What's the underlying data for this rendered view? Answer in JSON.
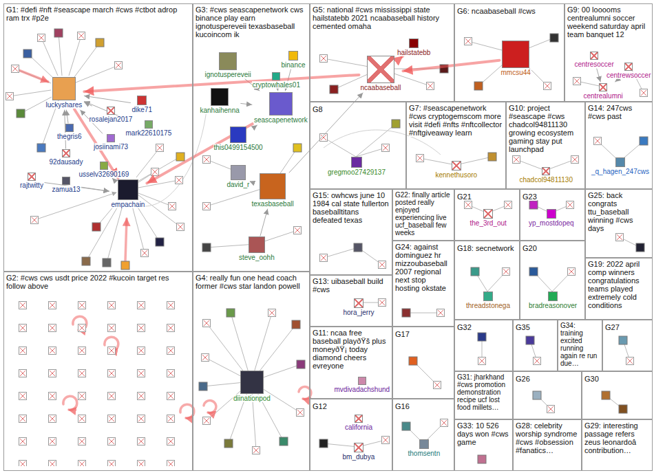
{
  "diagram": {
    "nodes": [
      {
        "text": [
          "G1: #defi #nft #seascape march #cws #ctbot adrop ram trx #p2e"
        ]
      },
      {
        "text": [
          "luckyshares"
        ],
        "in": 0
      },
      {
        "text": [
          "dike71"
        ],
        "in": 0
      },
      {
        "text": [
          "rosalejan2017"
        ],
        "in": 0
      },
      {
        "text": [
          "mark22610175"
        ],
        "in": 0
      },
      {
        "text": [
          "thegris6"
        ],
        "in": 0
      },
      {
        "text": [
          "josiinami73"
        ],
        "in": 0
      },
      {
        "text": [
          "92dausady"
        ],
        "in": 0
      },
      {
        "text": [
          "usselv32690169"
        ],
        "in": 0
      },
      {
        "text": [
          "rajtwitty"
        ],
        "in": 0
      },
      {
        "text": [
          "zamua13"
        ],
        "in": 0
      },
      {
        "text": [
          "empachain"
        ],
        "in": 0
      },
      {
        "text": [
          "G3: #cws seascapenetwork cws binance play earn ignotuspereveii texasbaseball kucoincom ik"
        ]
      },
      {
        "text": [
          "binance"
        ],
        "in": 12
      },
      {
        "text": [
          "cryptowhales01"
        ],
        "in": 12
      },
      {
        "text": [
          "ignotuspereveii"
        ],
        "in": 12
      },
      {
        "text": [
          "kanhaihenna"
        ],
        "in": 12
      },
      {
        "text": [
          "seascapenetwork"
        ],
        "in": 12
      },
      {
        "text": [
          "this0499154500"
        ],
        "in": 12
      },
      {
        "text": [
          "david_r"
        ],
        "in": 12
      },
      {
        "text": [
          "texasbaseball"
        ],
        "in": 12
      },
      {
        "text": [
          "steve_oohh"
        ],
        "in": 12
      },
      {
        "text": [
          "G5: national #cws mississippi state hailstatebb 2021 ncaabaseball history cemented omaha"
        ]
      },
      {
        "text": [
          "hailstatebb"
        ],
        "in": 22
      },
      {
        "text": [
          "ncaabaseball"
        ],
        "in": 22
      },
      {
        "text": [
          "G6: ncaabaseball #cws"
        ]
      },
      {
        "text": [
          "mmcsu44"
        ],
        "in": 25
      },
      {
        "text": [
          "G9: 00 looooms centrealumni soccer weekend saturday april team banquet 12"
        ]
      },
      {
        "text": [
          "centresoccer"
        ],
        "in": 27
      },
      {
        "text": [
          "centrewsoccer"
        ],
        "in": 27
      },
      {
        "text": [
          "centrealumni"
        ],
        "in": 27
      },
      {
        "text": [
          "G8"
        ]
      },
      {
        "text": [
          "gregmoo27429137"
        ],
        "in": 31
      },
      {
        "text": [
          "G7: #seascapenetwork #cws cryptogemscom more visit #defi #nfts #nftcollector #nftgiveaway learn"
        ]
      },
      {
        "text": [
          "kennethusoro"
        ],
        "in": 33
      },
      {
        "text": [
          "G10: project #seascape #cws chadcol94811130 growing ecosystem gaming stay put launchpad"
        ]
      },
      {
        "text": [
          "chadcol94811130"
        ],
        "in": 35
      },
      {
        "text": [
          "G14: 247cws #cws past"
        ]
      },
      {
        "text": [
          "_q_hagen_247cws"
        ],
        "in": 37
      },
      {
        "text": [
          "G15: owhcws june 10 1984 cal state fullerton baseballtitans defeated texas"
        ]
      },
      {
        "text": [
          "G22: finally article posted really enjoyed experiencing live ucf_baseball few weeks"
        ]
      },
      {
        "text": [
          "G21"
        ]
      },
      {
        "text": [
          "the_3rd_out"
        ],
        "in": 41
      },
      {
        "text": [
          "G23"
        ]
      },
      {
        "text": [
          "yp_mostdopeq"
        ],
        "in": 43
      },
      {
        "text": [
          "G25: back congrats ttu_baseball winning #cws days"
        ]
      },
      {
        "text": [
          "G2: #cws cws usdt price 2022 #kucoin target res follow above"
        ]
      },
      {
        "text": [
          "G4: really fun one head coach former #cws star landon powell"
        ]
      },
      {
        "text": [
          "diinationpod"
        ],
        "in": 47
      },
      {
        "text": [
          "G24: against dominguez hr mizzoubaseball 2007 regional next stop hosting okstate"
        ]
      },
      {
        "text": [
          "G18: secnetwork"
        ]
      },
      {
        "text": [
          "threadstonega"
        ],
        "in": 50
      },
      {
        "text": [
          "G20"
        ]
      },
      {
        "text": [
          "bradreasonover"
        ],
        "in": 52
      },
      {
        "text": [
          "G19: 2022 april comp winners congratulations teams played extremely cold conditions"
        ]
      },
      {
        "text": [
          "G13: uibaseball build #cws"
        ]
      },
      {
        "text": [
          "hora_jerry"
        ],
        "in": 55
      },
      {
        "text": [
          "G11: ncaa free baseball playðŸš plus moneyðŸ¡ today diamond cheers evreyone"
        ]
      },
      {
        "text": [
          "mvdivadachshund"
        ],
        "in": 57
      },
      {
        "text": [
          "G17"
        ]
      },
      {
        "text": [
          "G32"
        ]
      },
      {
        "text": [
          "G35"
        ]
      },
      {
        "text": [
          "G34: training excited running again re run due…"
        ]
      },
      {
        "text": [
          "G27"
        ]
      },
      {
        "text": [
          "G12"
        ]
      },
      {
        "text": [
          "california"
        ],
        "in": 64
      },
      {
        "text": [
          "bm_dubya"
        ],
        "in": 64
      },
      {
        "text": [
          "G16"
        ]
      },
      {
        "text": [
          "thomsentn"
        ],
        "in": 67
      },
      {
        "text": [
          "G31: jharkhand #cws promotion demonstration recipe ucf lost food millets…"
        ]
      },
      {
        "text": [
          "G26"
        ]
      },
      {
        "text": [
          "G30"
        ]
      },
      {
        "text": [
          "G33: 10 526 days won #cws game"
        ]
      },
      {
        "text": [
          "G28: celebrity worship syndrome #cws #obsession #fanatics…"
        ]
      },
      {
        "text": [
          "G29: interesting passage refers zeus leonardoâ contribution…"
        ]
      }
    ],
    "edges": [
      {
        "from": 3,
        "to": 1,
        "arrow": "to"
      },
      {
        "from": 4,
        "to": 1,
        "arrow": "to"
      },
      {
        "from": 5,
        "to": 1,
        "arrow": "to"
      },
      {
        "from": 7,
        "to": 1,
        "arrow": "to"
      },
      {
        "from": 2,
        "to": 1,
        "arrow": "to"
      },
      {
        "from": 6,
        "to": 1,
        "arrow": "to"
      },
      {
        "from": 1,
        "to": 11,
        "arrow": "to"
      },
      {
        "from": 8,
        "to": 11,
        "arrow": "to"
      },
      {
        "from": 9,
        "to": 11,
        "arrow": "to"
      },
      {
        "from": 10,
        "to": 11,
        "arrow": "to"
      },
      {
        "from": 17,
        "to": 11,
        "arrow": "to"
      },
      {
        "from": 15,
        "to": 17,
        "arrow": "to"
      },
      {
        "from": 14,
        "to": 17,
        "arrow": "to"
      },
      {
        "from": 13,
        "to": 17,
        "arrow": "to"
      },
      {
        "from": 16,
        "to": 17,
        "arrow": "to"
      },
      {
        "from": 18,
        "to": 17,
        "arrow": "to"
      },
      {
        "from": 19,
        "to": 20,
        "arrow": "to"
      },
      {
        "from": 21,
        "to": 20,
        "arrow": "to"
      },
      {
        "from": 20,
        "to": 24,
        "arrow": "to"
      },
      {
        "from": 23,
        "to": 24,
        "arrow": "to"
      },
      {
        "from": 26,
        "to": 24,
        "arrow": "to"
      },
      {
        "from": 24,
        "to": 1,
        "arrow": "to"
      },
      {
        "from": 28,
        "to": 30,
        "arrow": "to"
      },
      {
        "from": 29,
        "to": 30,
        "arrow": "to"
      }
    ]
  }
}
